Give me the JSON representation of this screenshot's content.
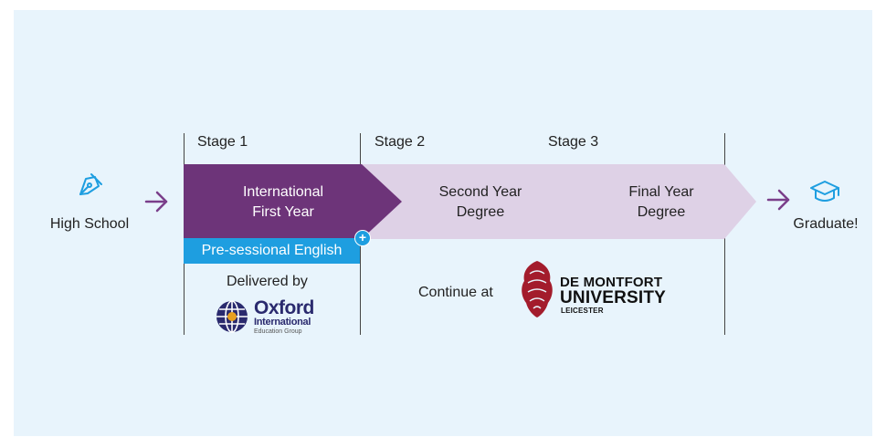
{
  "start": {
    "label": "High School",
    "icon": "pen-nib-icon"
  },
  "end": {
    "label": "Graduate!",
    "icon": "graduation-cap-icon"
  },
  "stages": [
    {
      "label": "Stage 1",
      "box_line1": "International",
      "box_line2": "First Year"
    },
    {
      "label": "Stage 2",
      "box_line1": "Second Year",
      "box_line2": "Degree"
    },
    {
      "label": "Stage 3",
      "box_line1": "Final Year",
      "box_line2": "Degree"
    }
  ],
  "pre_sessional": {
    "label": "Pre-sessional English",
    "badge": "+"
  },
  "delivered_by": {
    "label": "Delivered by",
    "logo": {
      "word1": "Oxford",
      "word2": "International",
      "word3": "Education Group"
    }
  },
  "continue_at": {
    "label": "Continue at",
    "logo": {
      "line1": "DE MONTFORT",
      "line2": "UNIVERSITY",
      "line3": "LEICESTER"
    }
  },
  "colors": {
    "background": "#e8f4fc",
    "stage1": "#6d3479",
    "stage_other": "#ded1e6",
    "accent_blue": "#1e9ee0",
    "arrow": "#7a3e8a",
    "dmu_red": "#a31c2c",
    "oxford_navy": "#2a2a6e"
  }
}
